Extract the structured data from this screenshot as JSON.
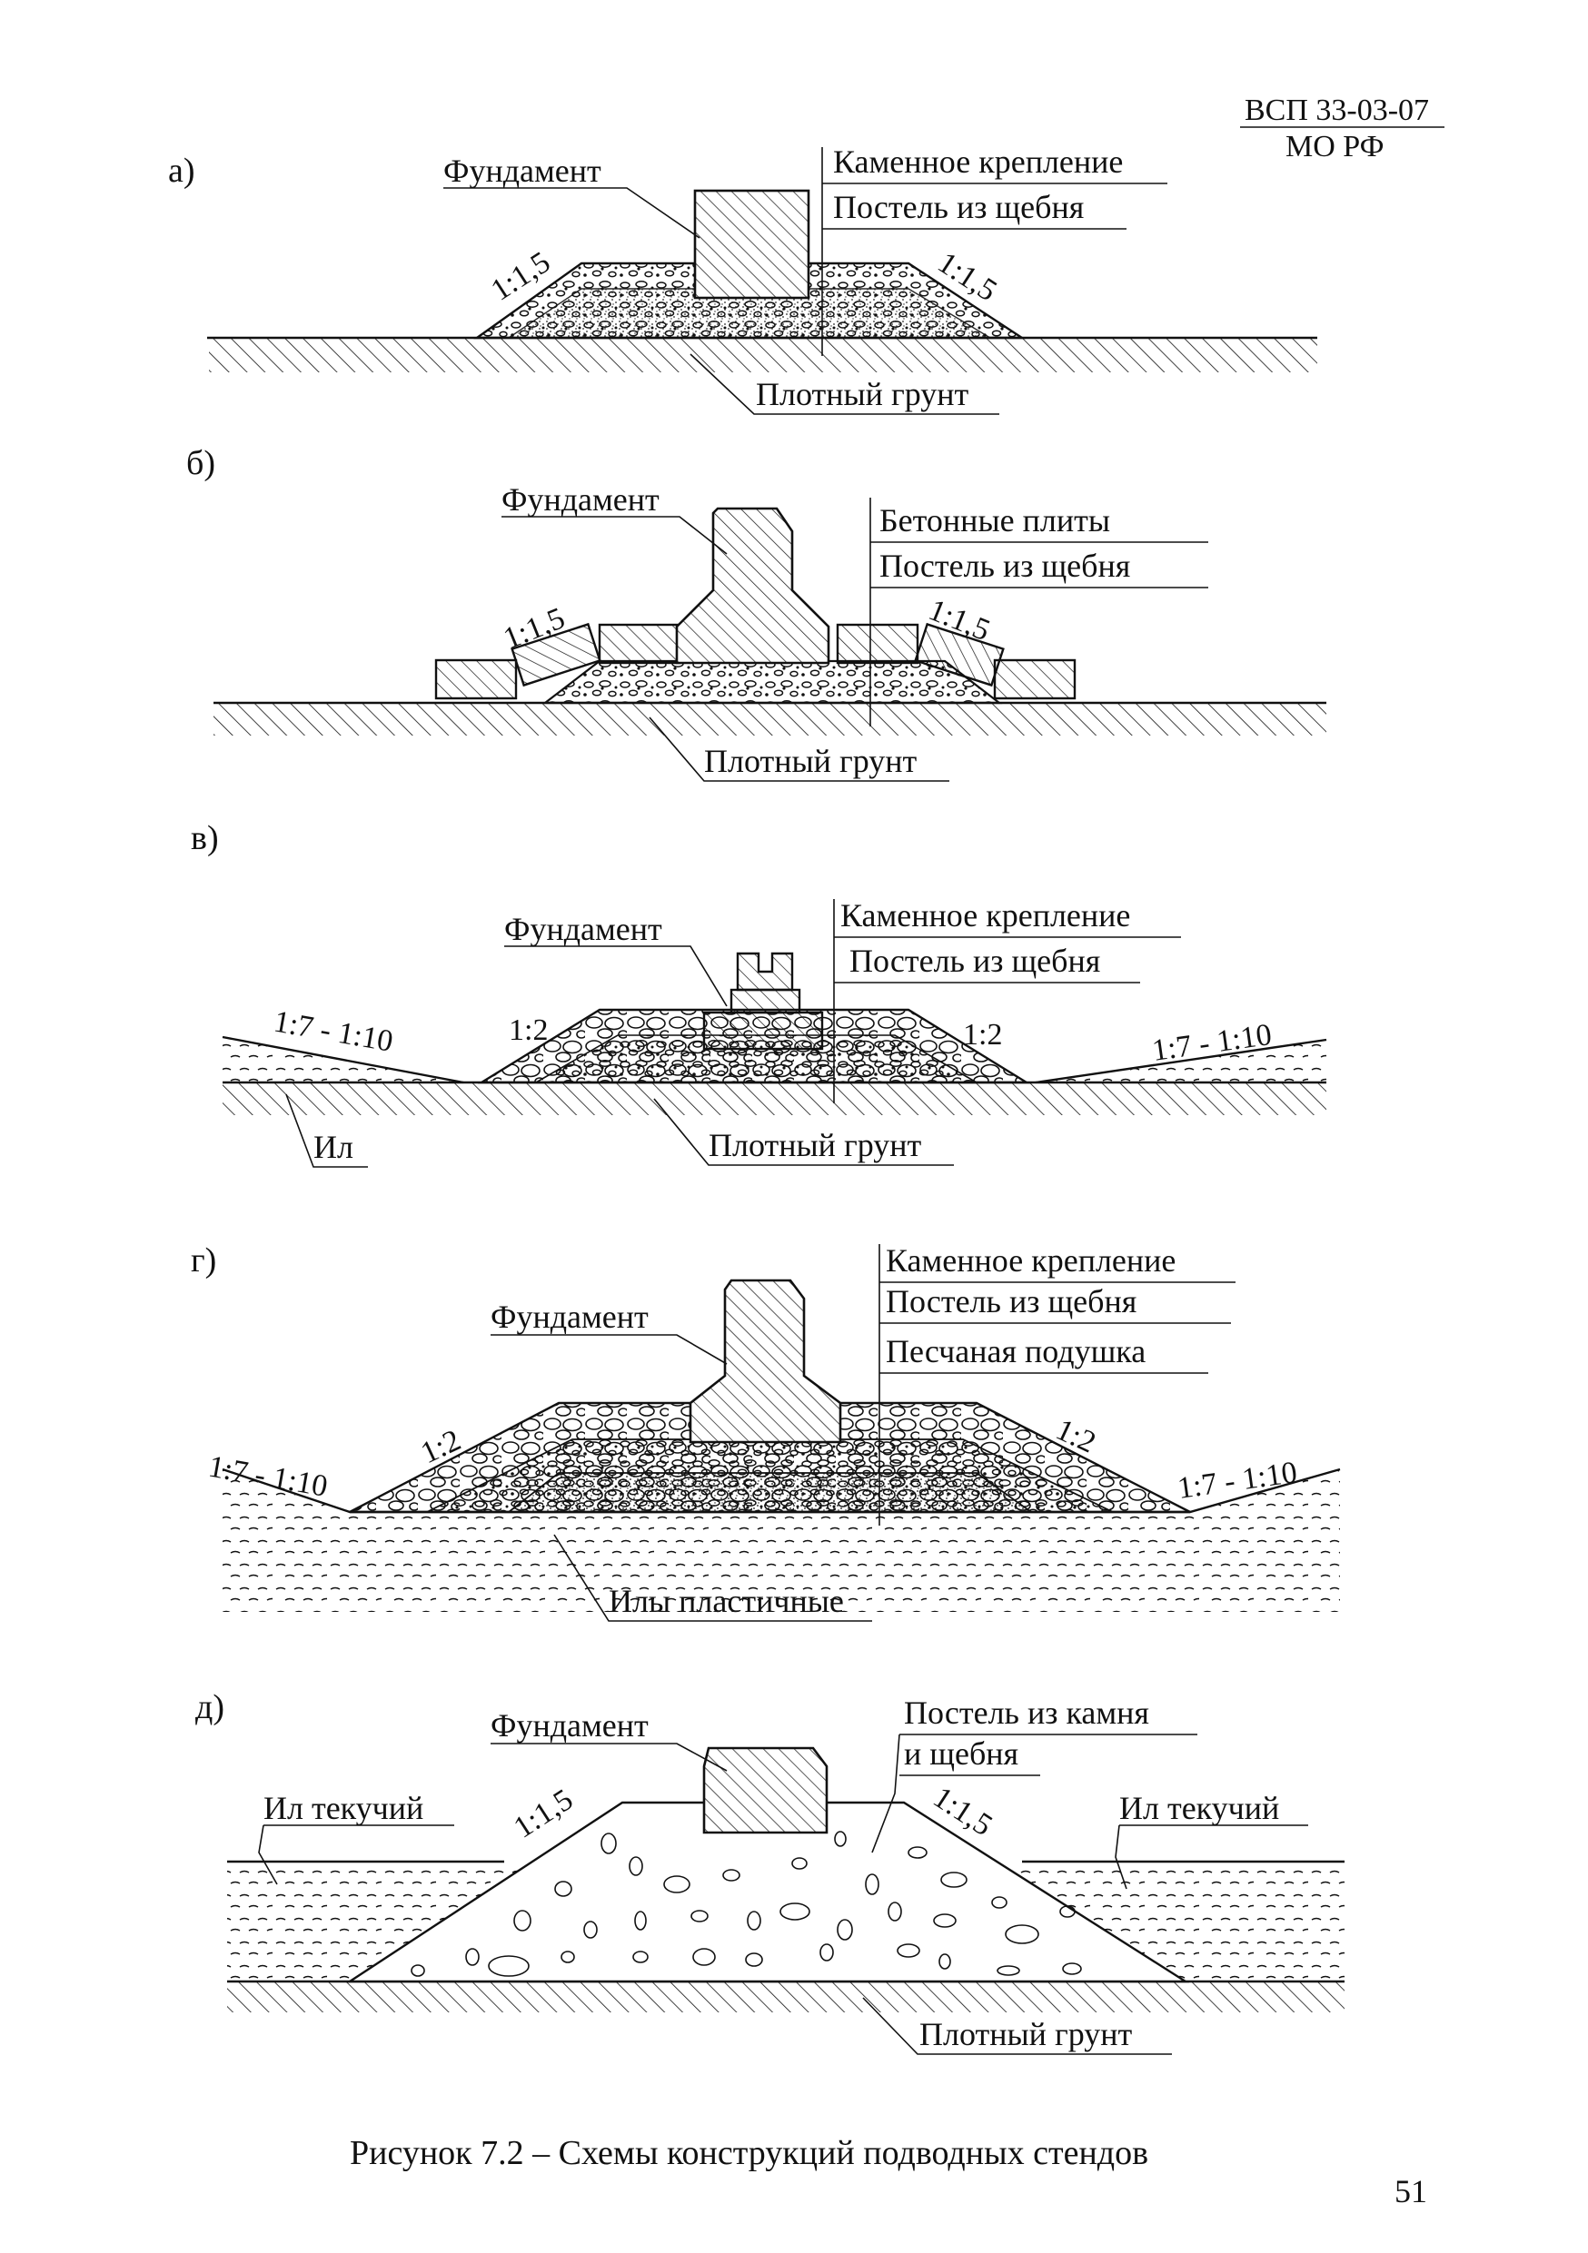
{
  "header": {
    "doc_code": "ВСП 33-03-07",
    "org": "МО РФ"
  },
  "panels": {
    "a": {
      "letter": "а)",
      "foundation": "Фундамент",
      "label_1": "Каменное крепление",
      "label_2": "Постель из щебня",
      "slope_left": "1:1,5",
      "slope_right": "1:1,5",
      "ground": "Плотный грунт"
    },
    "b": {
      "letter": "б)",
      "foundation": "Фундамент",
      "label_1": "Бетонные плиты",
      "label_2": "Постель из щебня",
      "slope_left": "1:1,5",
      "slope_right": "1:1,5",
      "ground": "Плотный грунт"
    },
    "v": {
      "letter": "в)",
      "foundation": "Фундамент",
      "label_1": "Каменное крепление",
      "label_2": "Постель из щебня",
      "slope_left": "1:2",
      "slope_right": "1:2",
      "outer_slope_left": "1:7 - 1:10",
      "outer_slope_right": "1:7 - 1:10",
      "silt": "Ил",
      "ground": "Плотный грунт"
    },
    "g": {
      "letter": "г)",
      "foundation": "Фундамент",
      "label_1": "Каменное крепление",
      "label_2": "Постель из щебня",
      "label_3": "Песчаная подушка",
      "slope_left": "1:2",
      "slope_right": "1:2",
      "outer_slope_left": "1:7 - 1:10",
      "outer_slope_right": "1:7 - 1:10",
      "silt": "Илы пластичные"
    },
    "d": {
      "letter": "д)",
      "foundation": "Фундамент",
      "label_1": "Постель из камня",
      "label_1b": "и щебня",
      "slope_left": "1:1,5",
      "slope_right": "1:1,5",
      "silt_left": "Ил текучий",
      "silt_right": "Ил текучий",
      "ground": "Плотный грунт"
    }
  },
  "caption": "Рисунок 7.2 – Схемы конструкций подводных стендов",
  "page_number": "51"
}
